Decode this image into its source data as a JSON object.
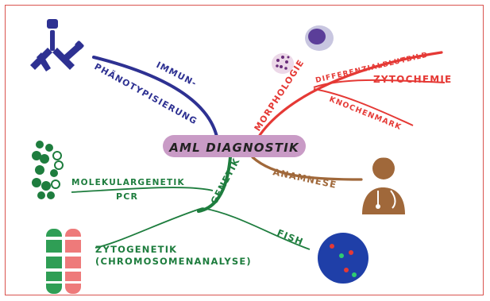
{
  "center": {
    "label": "AML DIAGNOSTIK"
  },
  "branches": {
    "immun": {
      "line1": "IMMUN-",
      "line2": "PHÄNOTYPISIERUNG"
    },
    "morphologie": {
      "main": "MORPHOLOGIE",
      "sub1": "DIFFERENZIALBLUTBILD",
      "sub2": "ZYTOCHEMIE",
      "sub3": "KNOCHENMARK"
    },
    "anamnese": {
      "label": "ANAMNESE"
    },
    "genetik": {
      "main": "GENETIK",
      "molekular": "MOLEKULARGENETIK",
      "pcr": "PCR",
      "zyto_line1": "ZYTOGENETIK",
      "zyto_line2": "(CHROMOSOMENANALYSE)",
      "fish": "FISH"
    }
  },
  "colors": {
    "center_fill": "#c99bc6",
    "immun": "#2e3192",
    "morphologie": "#e53935",
    "anamnese": "#a0683a",
    "genetik": "#1e7d3e",
    "frame": "#d9534f"
  },
  "icons": [
    "antibody-icon",
    "blood-cells-icon",
    "doctor-icon",
    "dna-helix-icon",
    "chromosome-icon",
    "fish-nucleus-icon"
  ]
}
